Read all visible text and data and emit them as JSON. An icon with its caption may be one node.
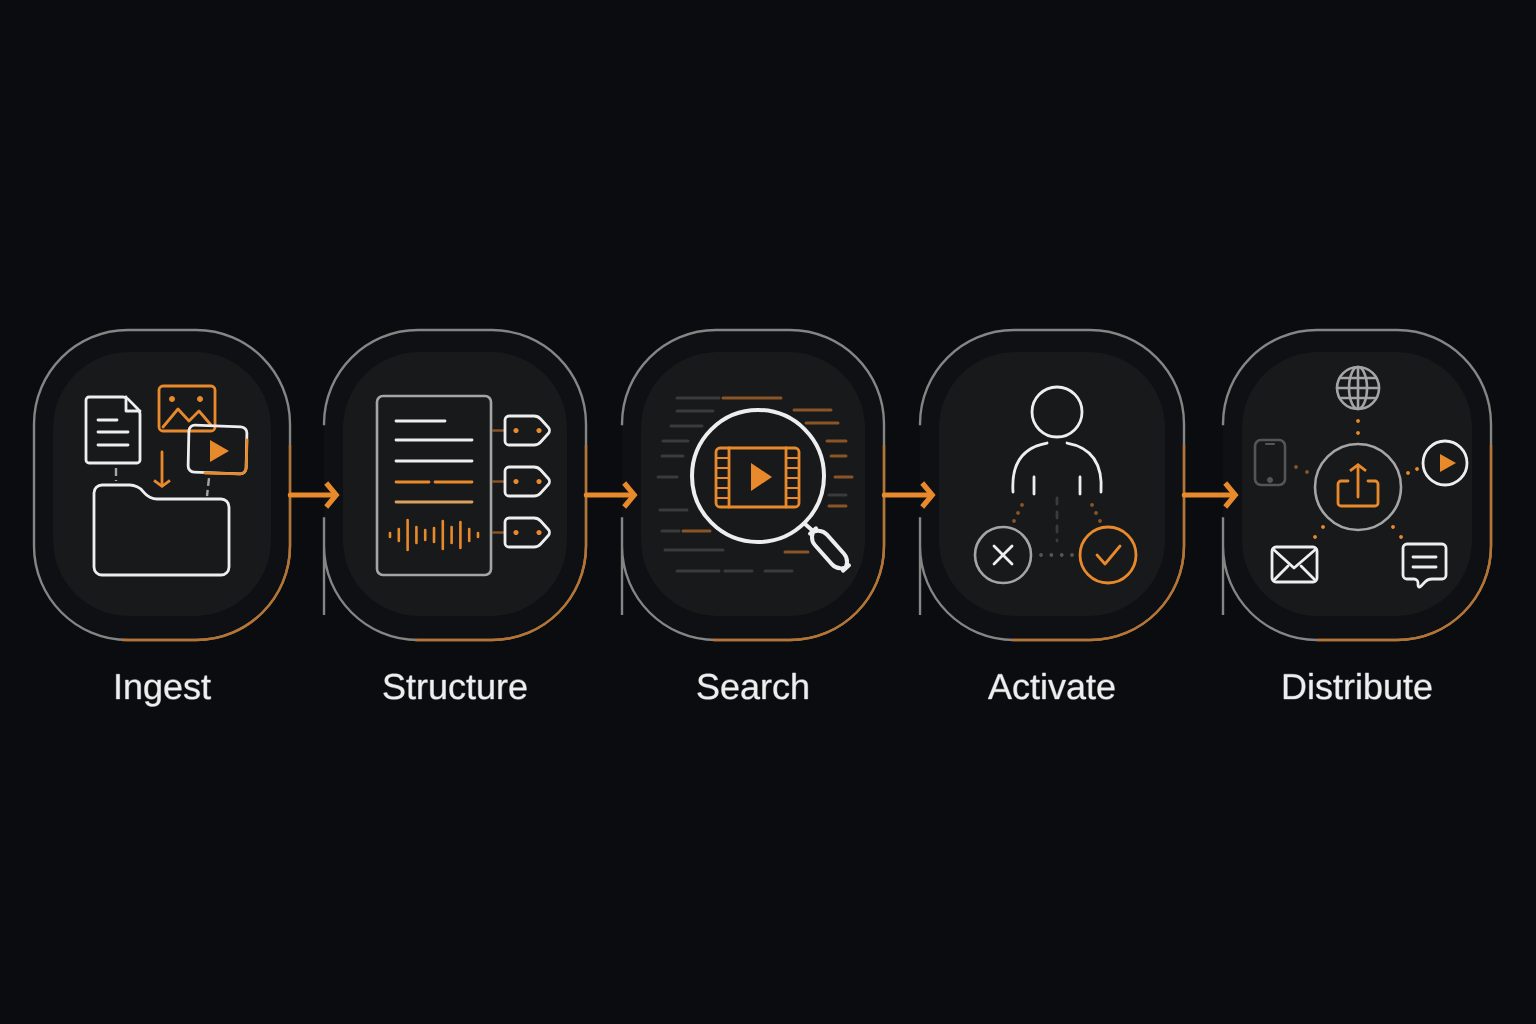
{
  "diagram": {
    "nodes": [
      {
        "text": [
          "Ingest"
        ]
      },
      {
        "text": [
          "Structure"
        ]
      },
      {
        "text": [
          "Search"
        ]
      },
      {
        "text": [
          "Activate"
        ]
      },
      {
        "text": [
          "Distribute"
        ]
      }
    ],
    "edges": [
      {
        "from": 0,
        "to": 1,
        "arrow": "to"
      },
      {
        "from": 1,
        "to": 2,
        "arrow": "to"
      },
      {
        "from": 2,
        "to": 3,
        "arrow": "to"
      },
      {
        "from": 3,
        "to": 4,
        "arrow": "to"
      }
    ]
  }
}
